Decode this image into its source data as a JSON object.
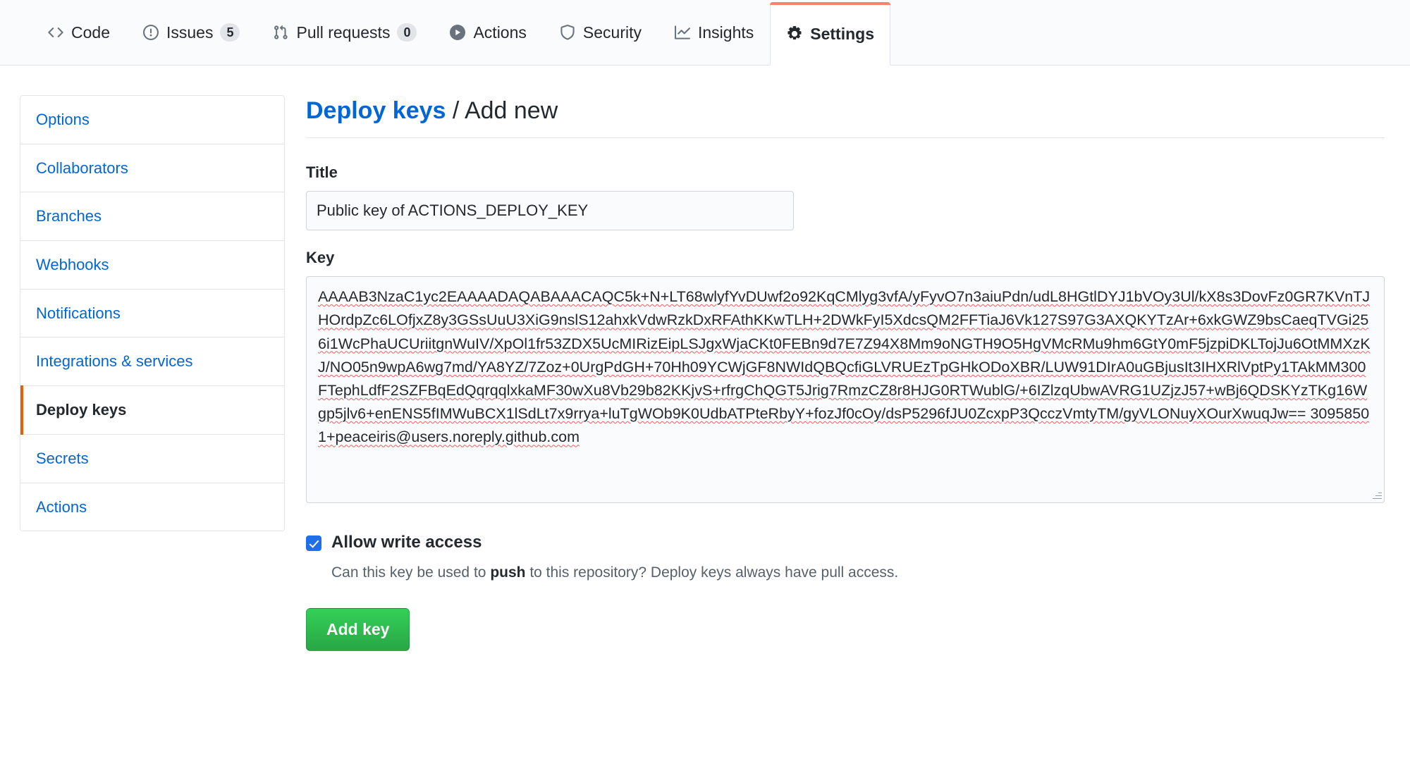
{
  "repo_nav": {
    "tabs": [
      {
        "label": "Code",
        "icon": "code-icon",
        "counter": null,
        "selected": false
      },
      {
        "label": "Issues",
        "icon": "issue-opened-icon",
        "counter": "5",
        "selected": false
      },
      {
        "label": "Pull requests",
        "icon": "git-pull-request-icon",
        "counter": "0",
        "selected": false
      },
      {
        "label": "Actions",
        "icon": "play-icon",
        "counter": null,
        "selected": false
      },
      {
        "label": "Security",
        "icon": "shield-icon",
        "counter": null,
        "selected": false
      },
      {
        "label": "Insights",
        "icon": "graph-icon",
        "counter": null,
        "selected": false
      },
      {
        "label": "Settings",
        "icon": "gear-icon",
        "counter": null,
        "selected": true
      }
    ],
    "active_accent": "#f9826c"
  },
  "sidebar": {
    "items": [
      {
        "label": "Options",
        "selected": false
      },
      {
        "label": "Collaborators",
        "selected": false
      },
      {
        "label": "Branches",
        "selected": false
      },
      {
        "label": "Webhooks",
        "selected": false
      },
      {
        "label": "Notifications",
        "selected": false
      },
      {
        "label": "Integrations & services",
        "selected": false
      },
      {
        "label": "Deploy keys",
        "selected": true
      },
      {
        "label": "Secrets",
        "selected": false
      },
      {
        "label": "Actions",
        "selected": false
      }
    ],
    "selected_accent": "#e36209",
    "link_color": "#0366d6"
  },
  "main": {
    "breadcrumb": {
      "parent": "Deploy keys",
      "separator": "/",
      "current": "Add new"
    },
    "title_field": {
      "label": "Title",
      "value": "Public key of ACTIONS_DEPLOY_KEY",
      "placeholder": ""
    },
    "key_field": {
      "label": "Key",
      "placeholder": "",
      "value": "AAAAB3NzaC1yc2EAAAADAQABAAACAQC5k+N+LT68wlyfYvDUwf2o92KqCMlyg3vfA/yFyvO7n3aiuPdn/udL8HGtlDYJ1bVOy3Ul/kX8s3DovFz0GR7KVnTJHOrdpZc6LOfjxZ8y3GSsUuU3XiG9nslS12ahxkVdwRzkDxRFAthKKwTLH+2DWkFyI5XdcsQM2FFTiaJ6Vk127S97G3AXQKYTzAr+6xkGWZ9bsCaeqTVGi256i1WcPhaUCUriitgnWuIV/XpOl1fr53ZDX5UcMIRizEipLSJgxWjaCKt0FEBn9d7E7Z94X8Mm9oNGTH9O5HgVMcRMu9hm6GtY0mF5jzpiDKLTojJu6OtMMXzKJ/NO05n9wpA6wg7md/YA8YZ/7Zoz+0UrgPdGH+70Hh09YCWjGF8NWIdQBQcfiGLVRUEzTpGHkODoXBR/LUW91DIrA0uGBjusIt3IHXRlVptPy1TAkMM300FTephLdfF2SZFBqEdQqrqqlxkaMF30wXu8Vb29b82KKjvS+rfrgChQGT5Jrig7RmzCZ8r8HJG0RTWublG/+6IZlzqUbwAVRG1UZjzJ57+wBj6QDSKYzTKg16Wgp5jlv6+enENS5fIMWuBCX1lSdLt7x9rrya+luTgWOb9K0UdbATPteRbyY+fozJf0cOy/dsP5296fJU0ZcxpP3QcczVmtyTM/gyVLONuyXOurXwuqJw== 30958501+peaceiris@users.noreply.github.com"
    },
    "allow_write": {
      "checked": true,
      "label": "Allow write access",
      "note_prefix": "Can this key be used to ",
      "note_bold": "push",
      "note_suffix": " to this repository? Deploy keys always have pull access."
    },
    "submit": {
      "label": "Add key",
      "color": "#28a745"
    }
  }
}
